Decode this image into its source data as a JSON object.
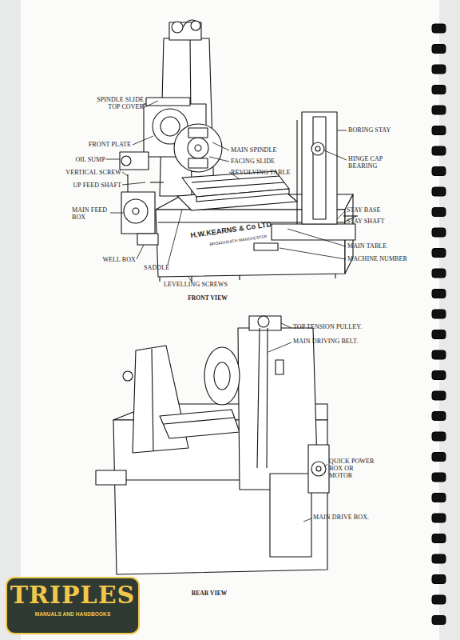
{
  "diagram": {
    "labels": [
      "SPINDLE SLIDE TOP COVER",
      "FRONT PLATE",
      "OIL SUMP",
      "VERTICAL SCREW",
      "UP FEED SHAFT",
      "MAIN FEED BOX",
      "WELL BOX",
      "SADDLE",
      "LEVELLING SCREWS",
      "MAIN SPINDLE",
      "FACING SLIDE",
      "REVOLVING TABLE",
      "BORING STAY",
      "HINGE CAP BEARING",
      "STAY BASE",
      "STAY SHAFT",
      "MAIN TABLE",
      "MACHINE NUMBER",
      "FRONT VIEW",
      "TOP TENSION PULLEY.",
      "MAIN DRIVING BELT.",
      "QUICK POWER BOX OR MOTOR",
      "MAIN DRIVE BOX.",
      "REAR VIEW",
      "H.W.KEARNS & Co LTD",
      "BROADHEATH MANCHESTER",
      "TRIPLES",
      "MANUALS AND HANDBOOKS"
    ]
  }
}
